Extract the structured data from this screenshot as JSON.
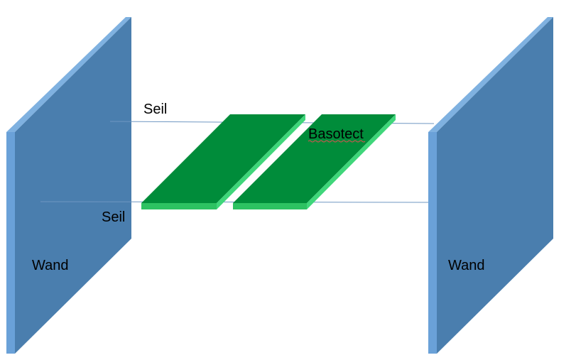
{
  "diagram": {
    "labels": {
      "rope_top": "Seil",
      "rope_bottom": "Seil",
      "material": "Basotect",
      "wall_left": "Wand",
      "wall_right": "Wand"
    },
    "colors": {
      "wall_face": "#4a7eae",
      "wall_edge": "#6aa1d8",
      "wall_top": "#7fb1e0",
      "panel_top": "#008c3a",
      "panel_side": "#3fd67a",
      "panel_front": "#2dc262",
      "rope": "#6f97c2",
      "spellcheck_underline": "#d9534f"
    }
  }
}
